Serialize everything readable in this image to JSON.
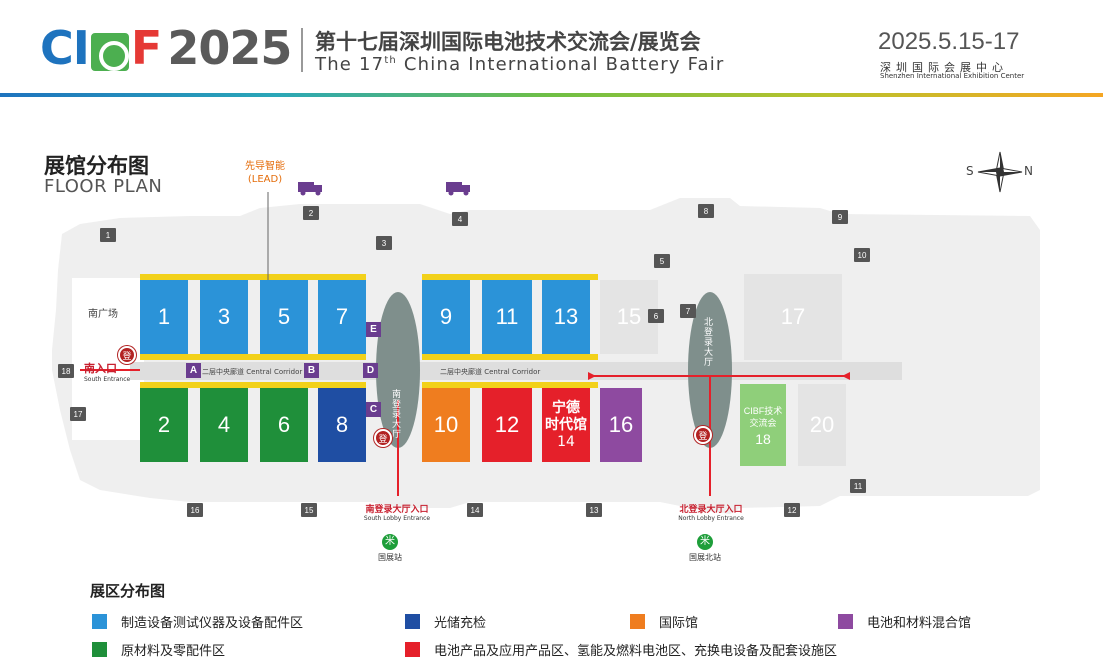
{
  "header": {
    "logo_c": "C",
    "logo_i": "I",
    "logo_f": "F",
    "logo_year": "2025",
    "title_cn": "第十七届深圳国际电池技术交流会/展览会",
    "title_en_prefix": "The 17",
    "title_en_sup": "th",
    "title_en_suffix": " China International Battery Fair",
    "date": "2025.5.15-17",
    "venue_cn": "深圳国际会展中心",
    "venue_en": "Shenzhen International Exhibition Center"
  },
  "floor_plan": {
    "title_cn": "展馆分布图",
    "title_en": "FLOOR PLAN",
    "compass_s": "S",
    "compass_n": "N",
    "annotation_lead_cn": "先导智能",
    "annotation_lead_en": "(LEAD)",
    "south_square": "南广场",
    "central_corridor": "二层中央廊道 Central Corridor",
    "south_hall_inner": "南登录大厅",
    "north_hall_inner": "北登录大厅",
    "south_entrance_cn": "南入口",
    "south_entrance_en": "South Entrance",
    "south_lobby_cn": "南登录大厅入口",
    "south_lobby_en": "South Lobby Entrance",
    "north_lobby_cn": "北登录大厅入口",
    "north_lobby_en": "North Lobby Entrance",
    "metro_south": "国展站",
    "metro_north": "国展北站",
    "deng": "登",
    "metro_glyph": "米",
    "letters": [
      "A",
      "B",
      "C",
      "D",
      "E"
    ],
    "gates": [
      "1",
      "2",
      "3",
      "4",
      "5",
      "6",
      "7",
      "8",
      "9",
      "10",
      "11",
      "12",
      "13",
      "14",
      "15",
      "16",
      "17",
      "18"
    ],
    "halls_top": [
      "1",
      "3",
      "5",
      "7",
      "9",
      "11",
      "13",
      "15",
      "17"
    ],
    "halls_bottom": [
      "2",
      "4",
      "6",
      "8",
      "10",
      "12",
      "16",
      "20"
    ],
    "hall14_cn": "宁德时代馆",
    "hall14_line1": "宁德",
    "hall14_line2": "时代馆",
    "hall14_no": "14",
    "hall18_line1": "CIBF技术",
    "hall18_line2": "交流会",
    "hall18_no": "18"
  },
  "legend": {
    "title": "展区分布图",
    "items": [
      {
        "label": "制造设备测试仪器及设备配件区",
        "color": "#2b93d8"
      },
      {
        "label": "光储充检",
        "color": "#1f4ea3"
      },
      {
        "label": "国际馆",
        "color": "#ef7d1f"
      },
      {
        "label": "电池和材料混合馆",
        "color": "#8e4aa0"
      },
      {
        "label": "原材料及零配件区",
        "color": "#1f8f3a"
      },
      {
        "label": "电池产品及应用产品区、氢能及燃料电池区、充换电设备及配套设施区",
        "color": "#e5202a"
      }
    ]
  },
  "colors": {
    "blue": "#2b93d8",
    "dark_blue": "#1f4ea3",
    "green": "#1f8f3a",
    "orange": "#ef7d1f",
    "red": "#e5202a",
    "purple": "#8e4aa0",
    "light_green": "#8fcf7a",
    "gray_hall": "#e4e4e4",
    "yellow": "#f2d11a"
  }
}
